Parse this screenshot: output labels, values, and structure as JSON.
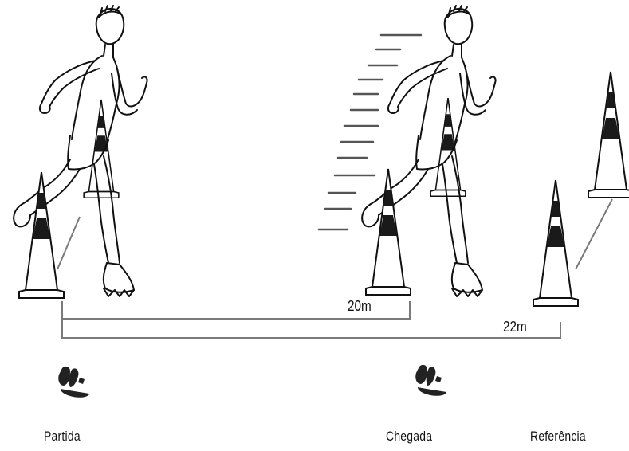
{
  "distances": {
    "first": "20m",
    "second": "22m"
  },
  "labels": {
    "start": "Partida",
    "finish": "Chegada",
    "reference": "Referência"
  },
  "colors": {
    "ink": "#111111",
    "line": "#7a7a7a",
    "cone_fill": "#ffffff",
    "cone_band": "#1a1a1a"
  }
}
